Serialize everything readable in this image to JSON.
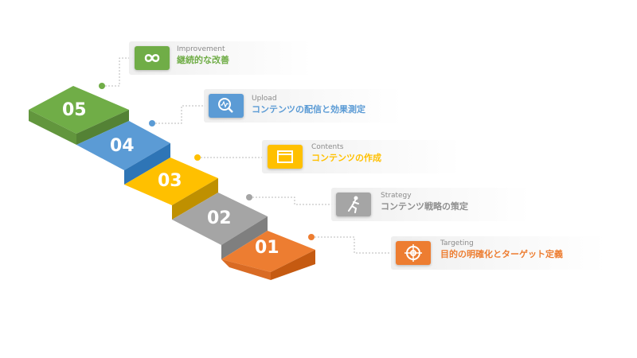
{
  "steps": [
    {
      "num": "01",
      "en": "Targeting",
      "jp": "目的の明確化とターゲット定義",
      "color": "#ED7D31",
      "icon": "target-icon"
    },
    {
      "num": "02",
      "en": "Strategy",
      "jp": "コンテンツ戦略の策定",
      "color": "#A5A5A5",
      "icon": "runner-icon"
    },
    {
      "num": "03",
      "en": "Contents",
      "jp": "コンテンツの作成",
      "color": "#FFC000",
      "icon": "window-icon"
    },
    {
      "num": "04",
      "en": "Upload",
      "jp": "コンテンツの配信と効果測定",
      "color": "#5B9BD5",
      "icon": "search-chart-icon"
    },
    {
      "num": "05",
      "en": "Improvement",
      "jp": "継続的な改善",
      "color": "#70AD47",
      "icon": "infinity-icon"
    }
  ]
}
